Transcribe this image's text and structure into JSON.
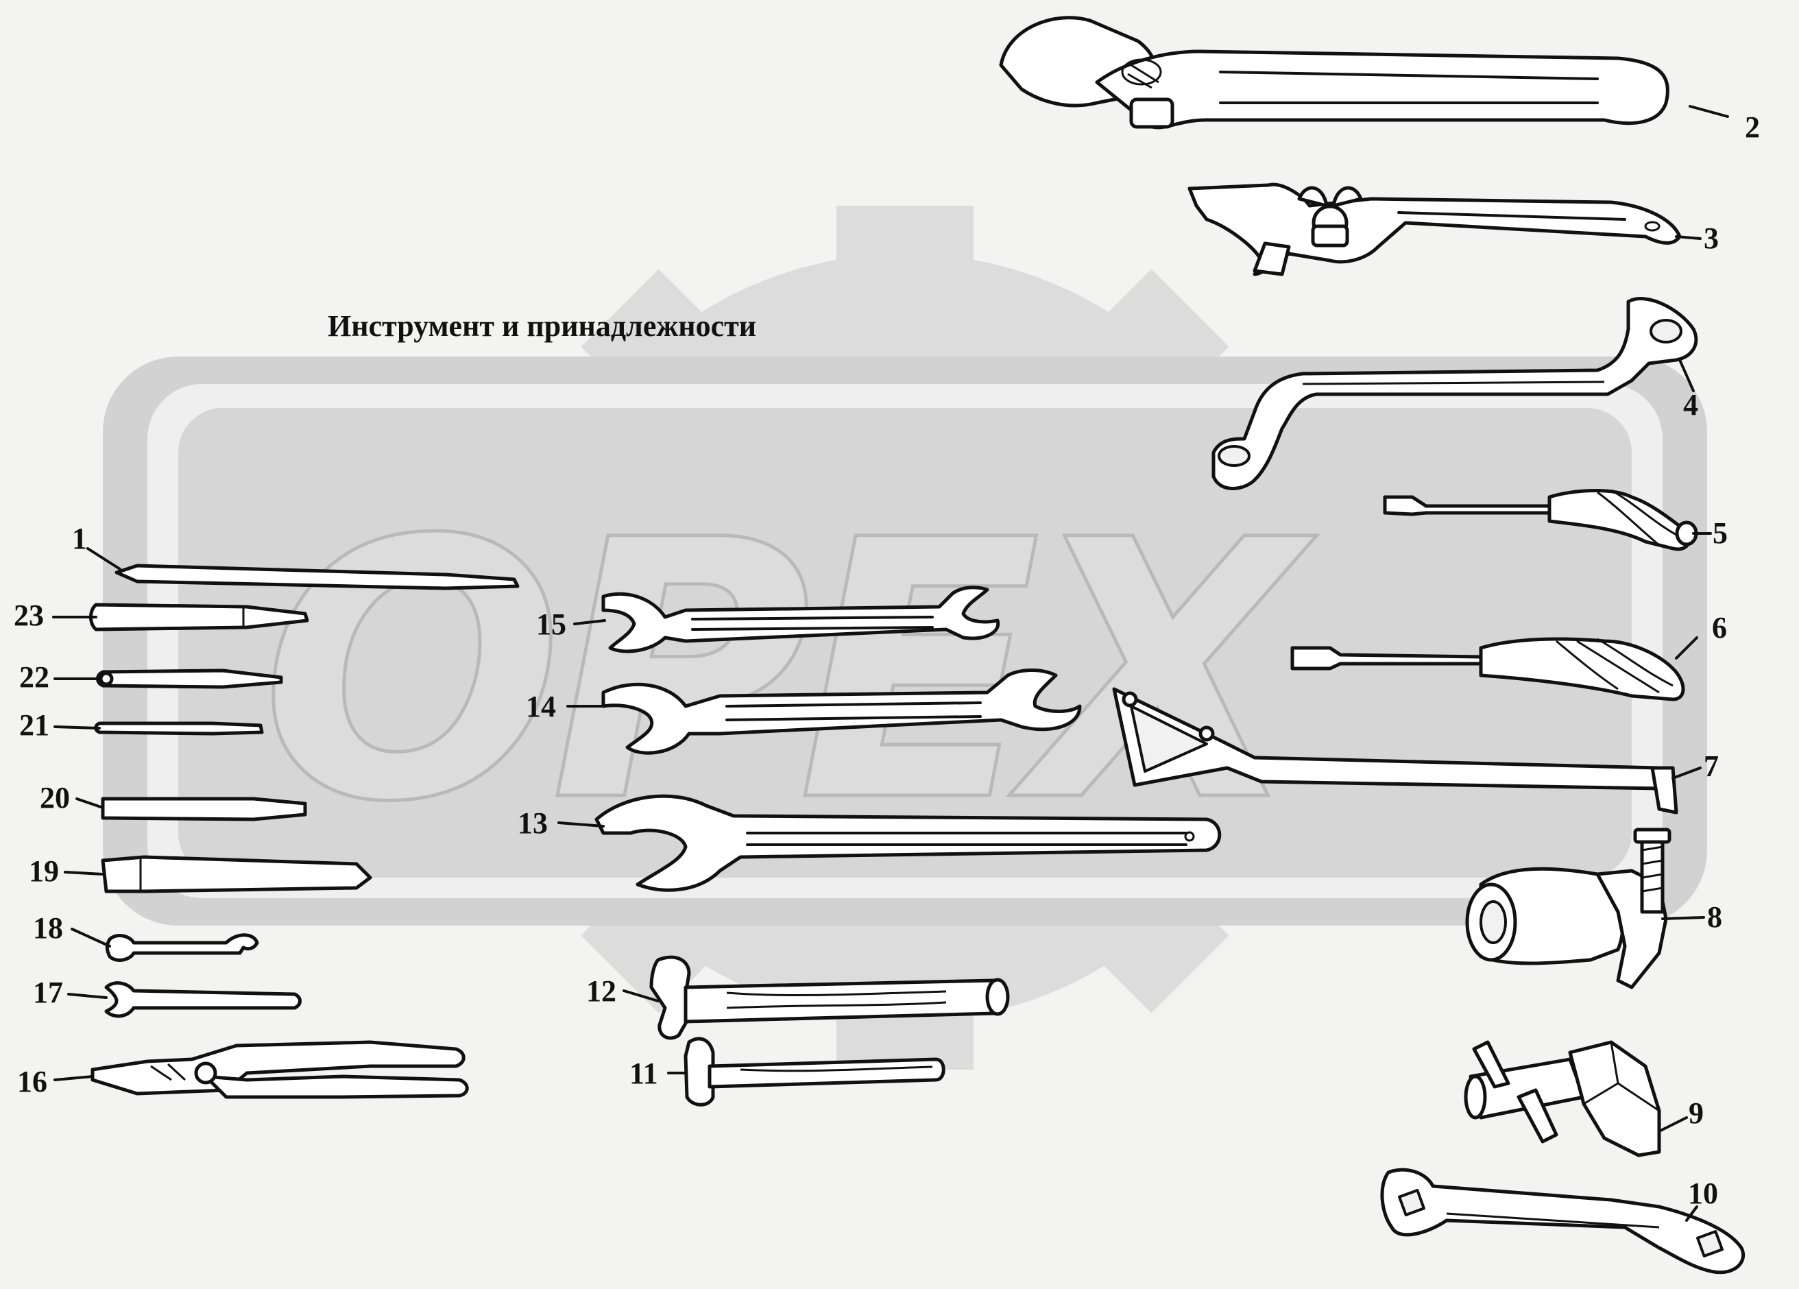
{
  "title": "Инструмент и принадлежности",
  "watermark": "OPEX",
  "callouts": [
    "1",
    "2",
    "3",
    "4",
    "5",
    "6",
    "7",
    "8",
    "9",
    "10",
    "11",
    "12",
    "13",
    "14",
    "15",
    "16",
    "17",
    "18",
    "19",
    "20",
    "21",
    "22",
    "23"
  ],
  "colors": {
    "background": "#f3f3f1",
    "watermark_fill": "#dcdcdc",
    "line": "#111111"
  }
}
